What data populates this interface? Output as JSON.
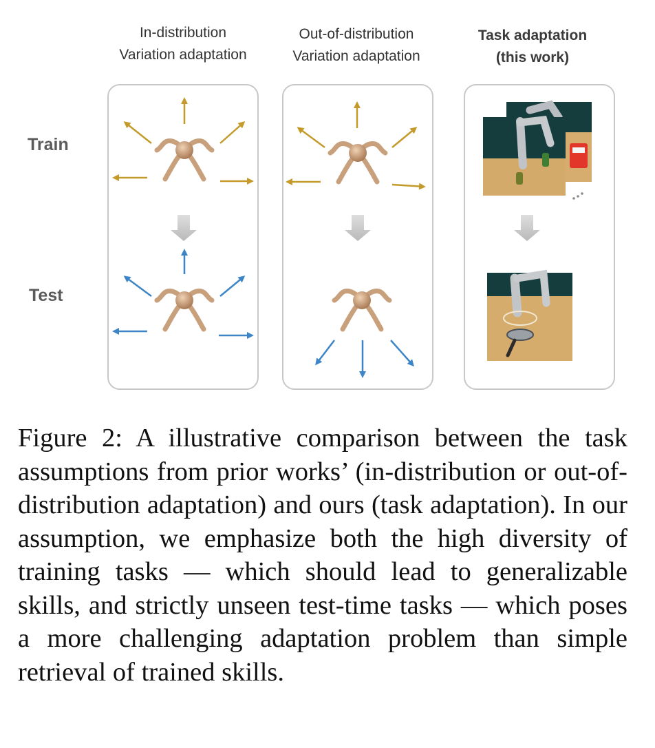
{
  "columns": [
    {
      "line1": "In-distribution",
      "line2": "Variation adaptation"
    },
    {
      "line1": "Out-of-distribution",
      "line2": "Variation adaptation"
    },
    {
      "line1": "Task adaptation",
      "line2": "(this work)"
    }
  ],
  "rows": {
    "train": "Train",
    "test": "Test"
  },
  "colors": {
    "train_arrow": "#c49a2a",
    "test_arrow": "#3d85c6",
    "down_arrow": "#c9c9c9",
    "ant_body": "#c8a07c"
  },
  "caption": "Figure 2: A illustrative comparison between the task assumptions from prior works’ (in-distribution or out-of-distribution adaptation) and ours (task adaptation). In our assumption, we emphasize both the high diversity of training tasks — which should lead to generalizable skills, and strictly unseen test-time tasks — which poses a more challenging adaptation problem than simple retrieval of trained skills."
}
